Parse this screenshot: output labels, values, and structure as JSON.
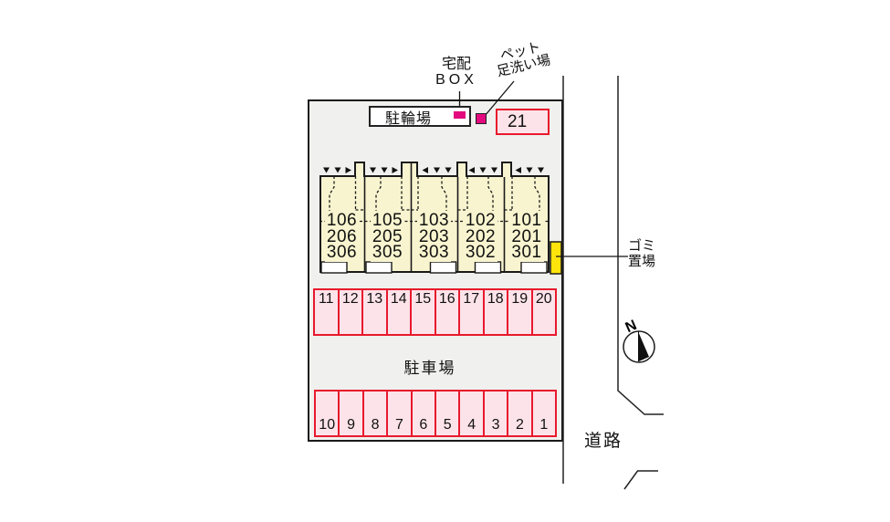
{
  "site": {
    "bicycle_parking_label": "駐輪場",
    "delivery_box_label": {
      "line1": "宅配",
      "line2": "BOX"
    },
    "pet_wash_label": {
      "line1": "ペット",
      "line2": "足洗い場"
    },
    "parking_area_label": "駐車場",
    "garbage_label": {
      "line1": "ゴミ",
      "line2": "置場"
    },
    "road_label": "道路",
    "compass_n": "N"
  },
  "building": {
    "units": [
      {
        "rooms": [
          "106",
          "206",
          "306"
        ]
      },
      {
        "rooms": [
          "105",
          "205",
          "305"
        ]
      },
      {
        "rooms": [
          "103",
          "203",
          "303"
        ]
      },
      {
        "rooms": [
          "102",
          "202",
          "302"
        ]
      },
      {
        "rooms": [
          "101",
          "201",
          "301"
        ]
      }
    ]
  },
  "parking": {
    "stall_21": "21",
    "row_top": [
      "11",
      "12",
      "13",
      "14",
      "15",
      "16",
      "17",
      "18",
      "19",
      "20"
    ],
    "row_bottom": [
      "10",
      "9",
      "8",
      "7",
      "6",
      "5",
      "4",
      "3",
      "2",
      "1"
    ]
  },
  "colors": {
    "site_background": "#f0f0ee",
    "building_fill": "#f8f4cf",
    "stall_fill": "#fce3ea",
    "stall_border": "#e8192c",
    "marker_magenta": "#e3097e",
    "garbage_yellow": "#ffe40c",
    "line": "#1a1a1a"
  }
}
